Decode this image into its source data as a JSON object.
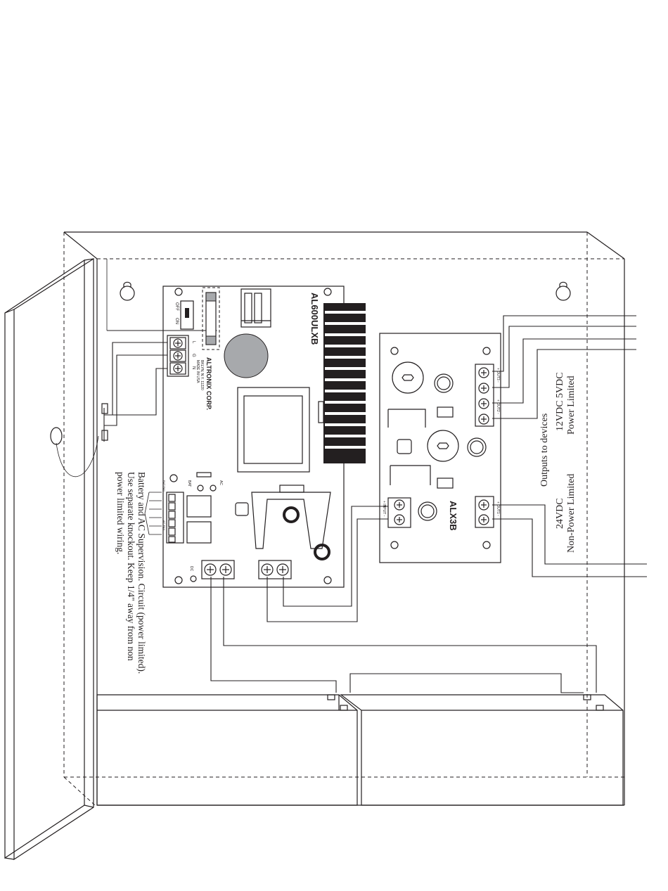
{
  "main_board": {
    "model": "AL600ULXB",
    "brand": "ALTRONIX CORP.",
    "address": [
      "BKLYN, N.Y. 11220",
      "MADE IN USA"
    ],
    "switch_off": "OFF",
    "switch_on": "ON",
    "ac_terminals": [
      "L",
      "G",
      "N"
    ],
    "bat_label": "BAT",
    "ac_label": "AC",
    "batt_fail": "BAT FAIL",
    "ac_fail": "AC FAIL",
    "supervision_terms": [
      "NC",
      "C",
      "NO",
      "NC",
      "C",
      "NO"
    ],
    "dc_label": "DC"
  },
  "sub_board": {
    "model": "ALX3B",
    "input_label": "+ INPUT -",
    "out_labels": [
      "+ OUT3 -",
      "+ OUT2 -",
      "+ OUT1 -"
    ]
  },
  "notes": {
    "supervision": [
      "Battery and AC Supervision. Circuit (power limited).",
      "Use separate knockout. Keep 1/4\" away from non",
      "power limited wiring."
    ],
    "outputs_title": "Outputs to devices",
    "power_limited": [
      "12VDC  5VDC",
      "Power Limited"
    ],
    "non_power_limited": [
      "24VDC",
      "Non-Power Limited"
    ]
  },
  "colors": {
    "line": "#231f20",
    "transformer_disc": "#a7a9ac",
    "fuse_cap": "#a7a9ac"
  }
}
